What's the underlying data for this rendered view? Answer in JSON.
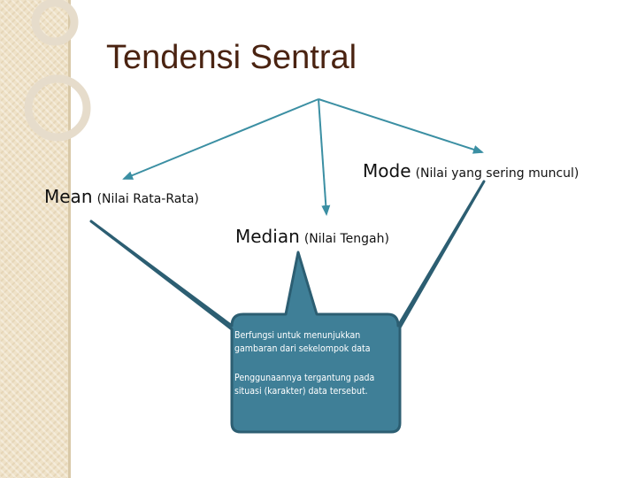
{
  "title": "Tendensi Sentral",
  "mean": {
    "label": "Mean",
    "note": "(Nilai Rata-Rata)"
  },
  "median": {
    "label": "Median",
    "note": "(Nilai Tengah)"
  },
  "mode": {
    "label": "Mode",
    "note": "(Nilai yang sering muncul)"
  },
  "callout": {
    "text1": "Berfungsi untuk menunjukkan gambaran dari sekelompok data",
    "text2": "Penggunaannya tergantung pada situasi (karakter) data tersebut."
  },
  "colors": {
    "title": "#4a2311",
    "arrow": "#3b8fa3",
    "callout_fill": "#3f7f97",
    "callout_stroke": "#2c5e72"
  }
}
